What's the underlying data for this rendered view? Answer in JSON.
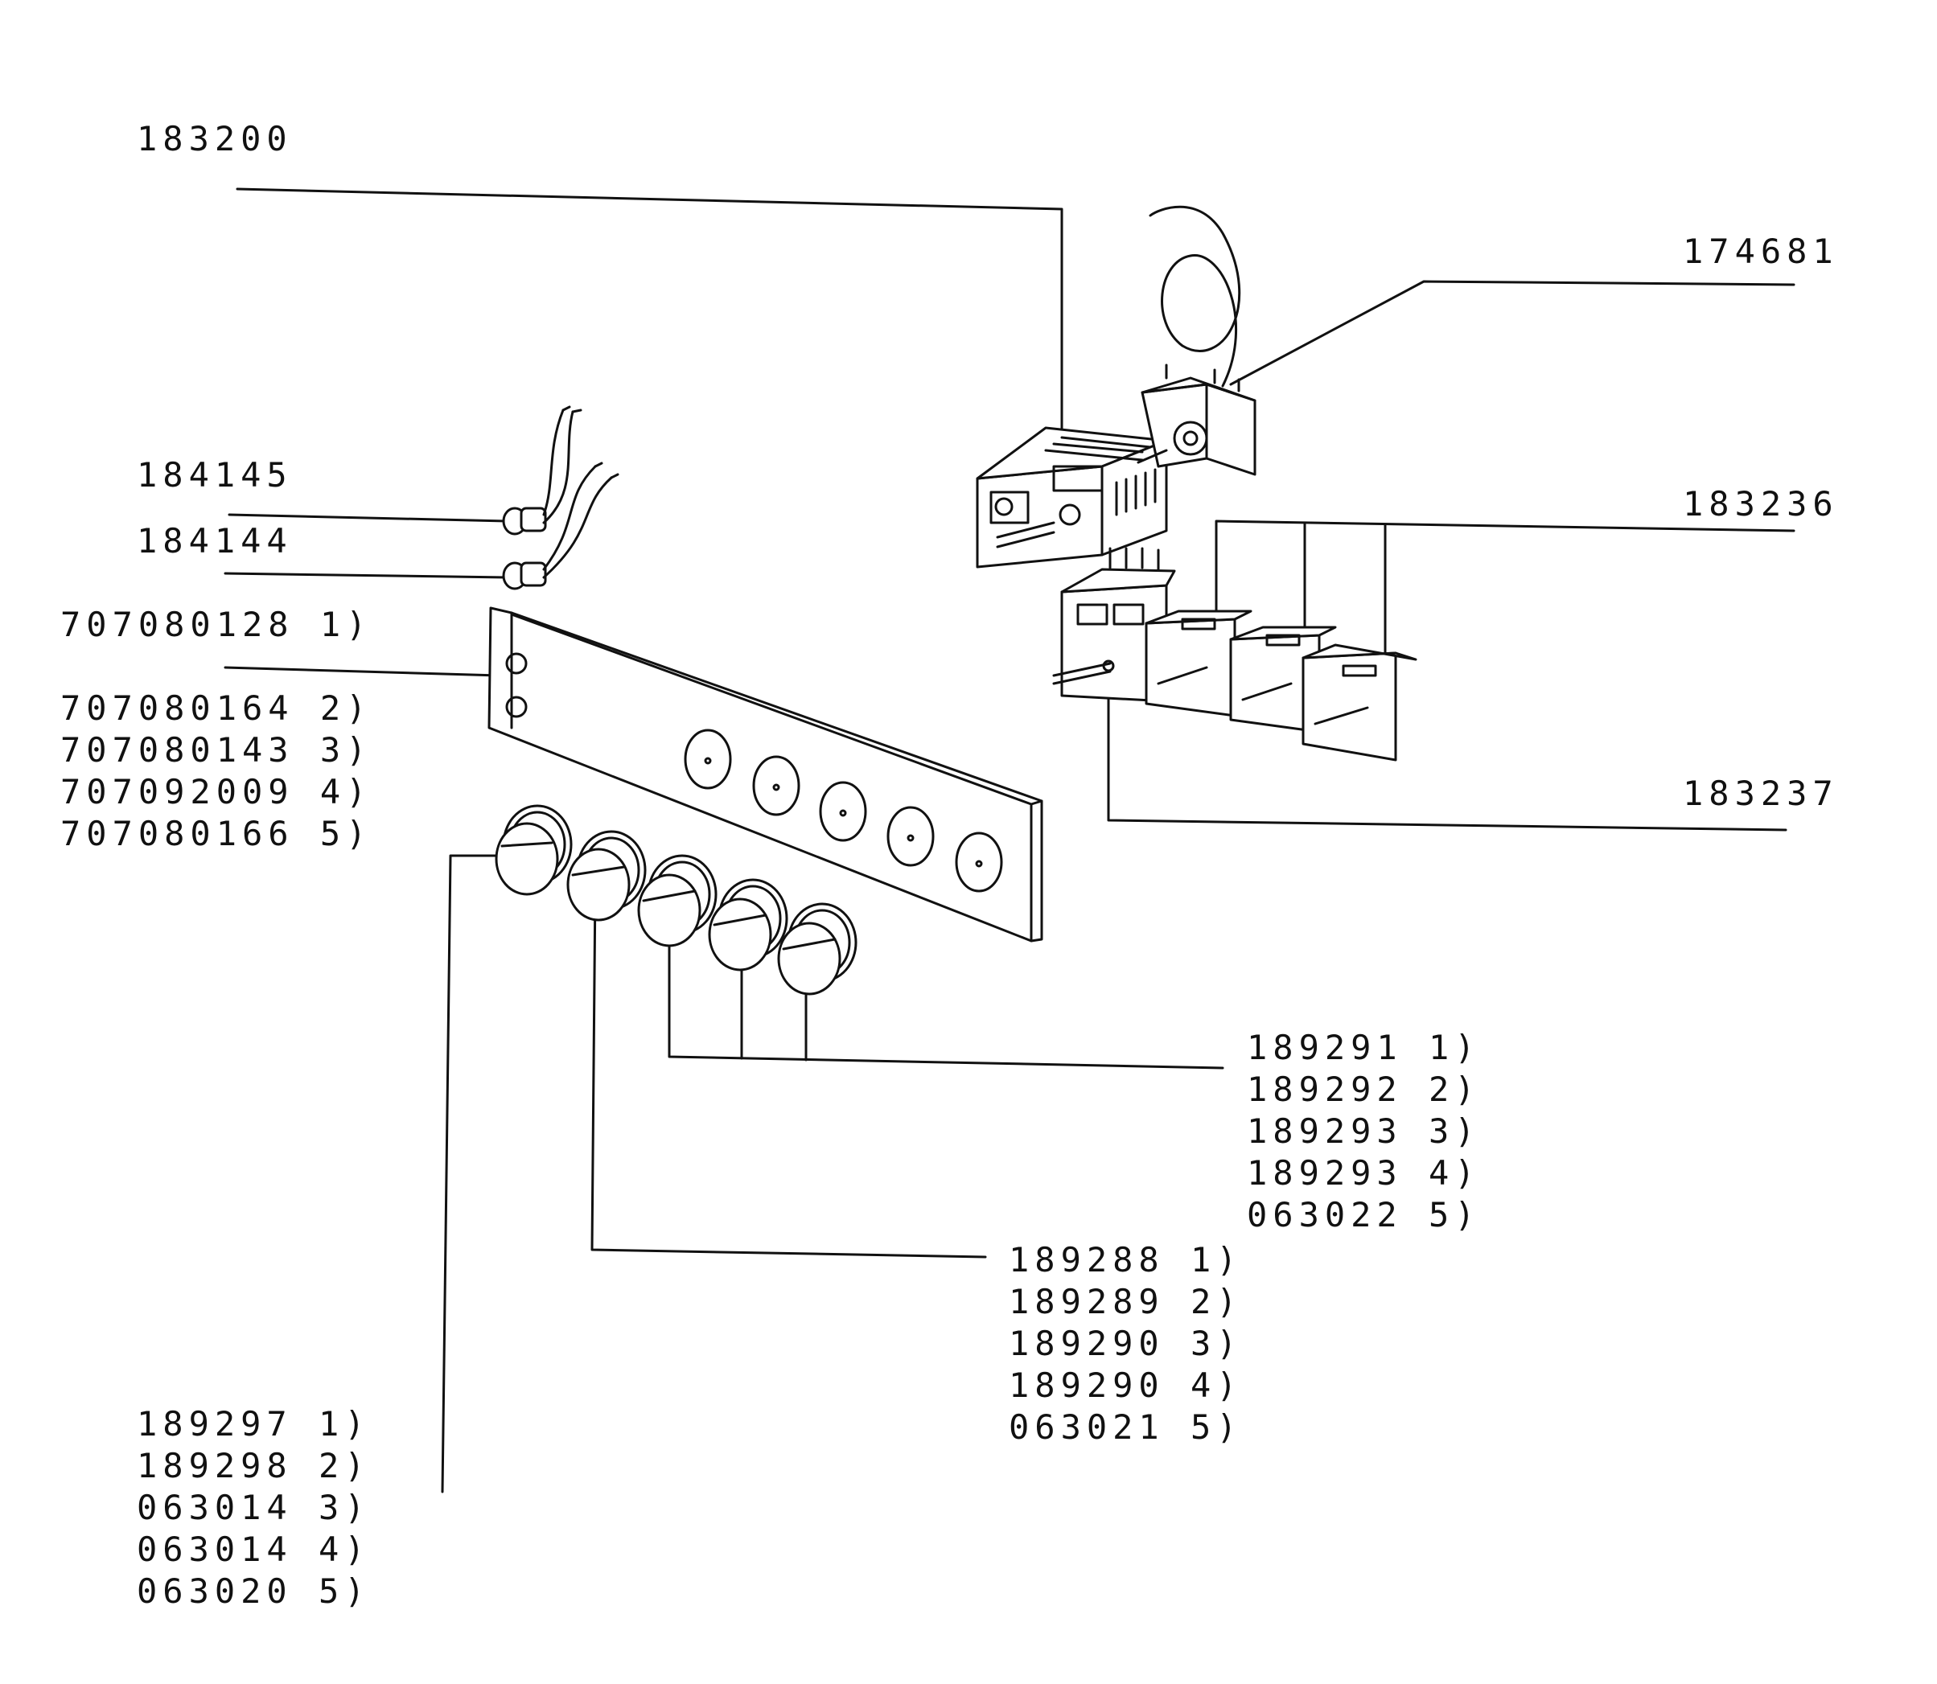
{
  "colors": {
    "line": "#111111",
    "background": "#ffffff"
  },
  "labels": {
    "top_left": "183200",
    "top_right": "174681",
    "pilot_lamp_upper": "184145",
    "pilot_lamp_lower": "184144",
    "right_upper": "183236",
    "right_lower": "183237"
  },
  "panel_codes": [
    "707080128 1)",
    "707080164 2)",
    "707080143 3)",
    "707092009 4)",
    "707080166 5)"
  ],
  "knob_group_a": [
    "189291 1)",
    "189292 2)",
    "189293 3)",
    "189293 4)",
    "063022 5)"
  ],
  "knob_group_b": [
    "189288 1)",
    "189289 2)",
    "189290 3)",
    "189290 4)",
    "063021 5)"
  ],
  "knob_group_c": [
    "189297 1)",
    "189298 2)",
    "063014 3)",
    "063014 4)",
    "063020 5)"
  ]
}
